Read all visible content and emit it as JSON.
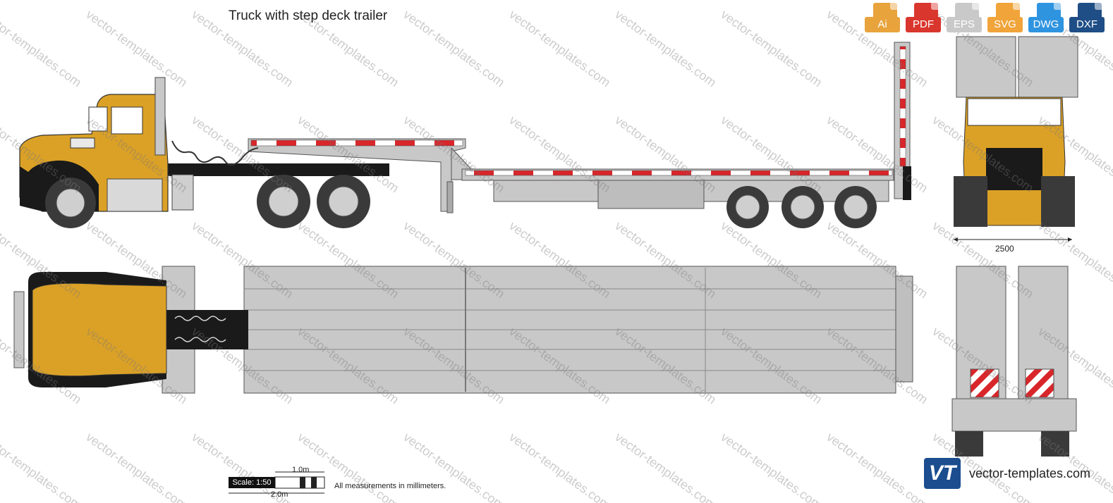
{
  "title": "Truck with step deck trailer",
  "formats": [
    {
      "label": "Ai",
      "color": "#e8a33c"
    },
    {
      "label": "PDF",
      "color": "#d9362e"
    },
    {
      "label": "EPS",
      "color": "#c9c9c9"
    },
    {
      "label": "SVG",
      "color": "#f0a43a"
    },
    {
      "label": "DWG",
      "color": "#2f94e0"
    },
    {
      "label": "DXF",
      "color": "#1f4e86"
    }
  ],
  "watermark_text": "vector-templates.com",
  "scale": {
    "box_label": "Scale: 1:50",
    "one_m": "1.0m",
    "two_m": "2.0m"
  },
  "measure_note": "All measurements in millimeters.",
  "dimension": "2500",
  "brand": {
    "logo": "VT",
    "name": "vector-templates.com"
  },
  "colors": {
    "cab": "#dba126",
    "trailer": "#c8c8c8",
    "stripe_red": "#d8262a",
    "frame": "#1a1a1a"
  }
}
